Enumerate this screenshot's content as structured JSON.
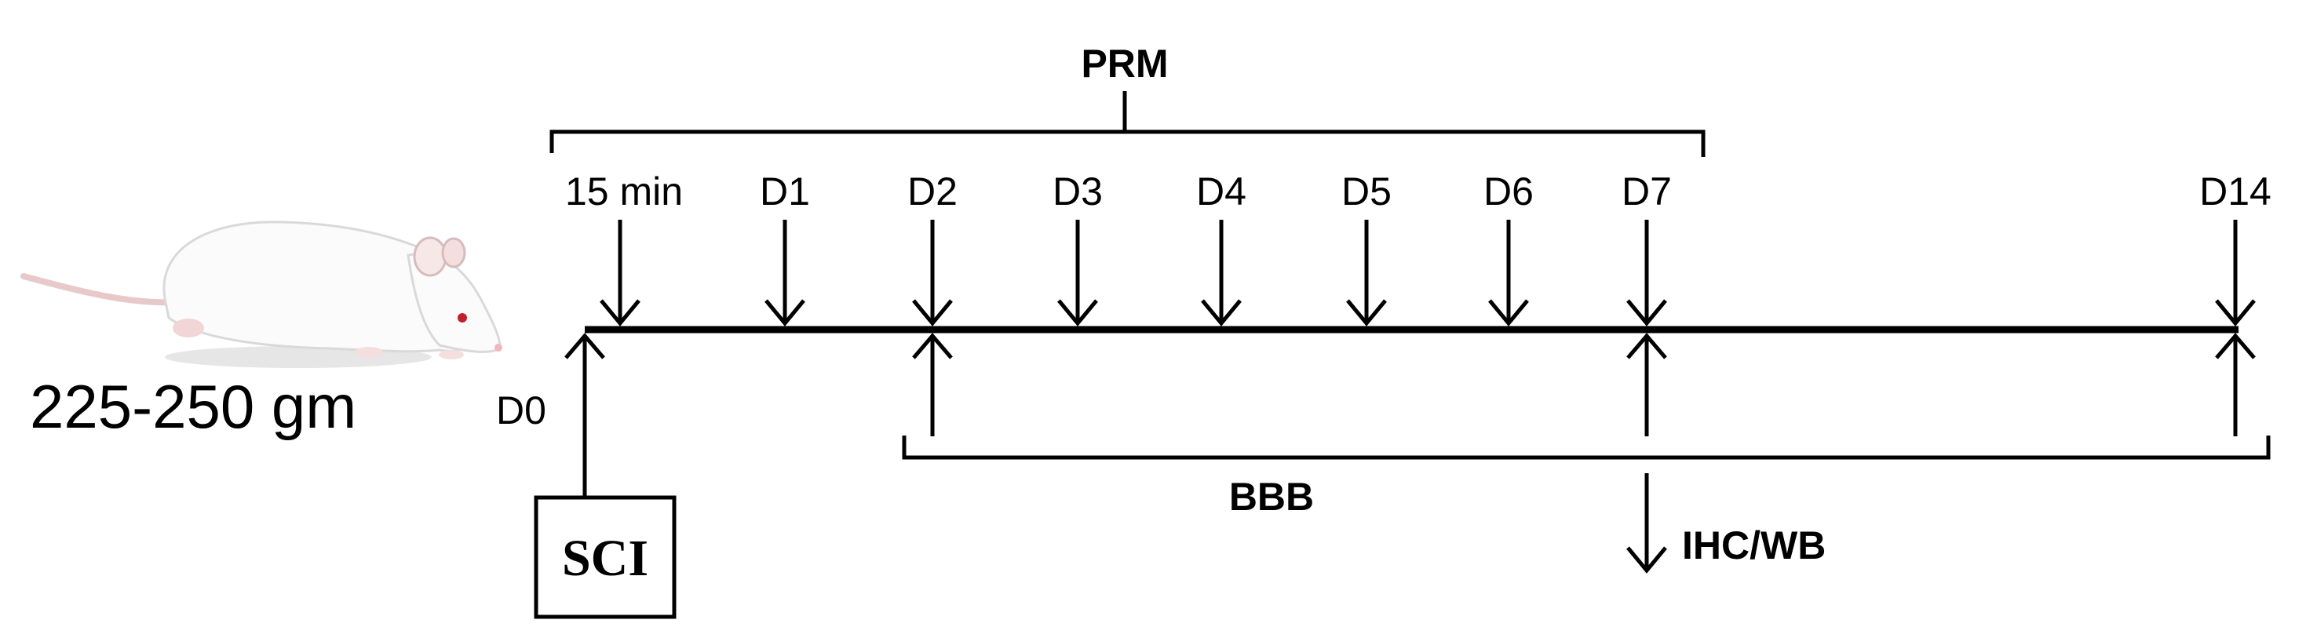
{
  "rat_weight": "225-250 gm",
  "start_day": "D0",
  "injury": "SCI",
  "prm": {
    "label": "PRM",
    "timepoints": [
      "15 min",
      "D1",
      "D2",
      "D3",
      "D4",
      "D5",
      "D6",
      "D7"
    ]
  },
  "final_timepoint": "D14",
  "bbb": {
    "label": "BBB",
    "timepoints": [
      "D2",
      "D7",
      "D14"
    ]
  },
  "endpoint": {
    "label": "IHC/WB",
    "timepoint": "D7"
  },
  "icons": {
    "rat": "white-rat-image"
  }
}
